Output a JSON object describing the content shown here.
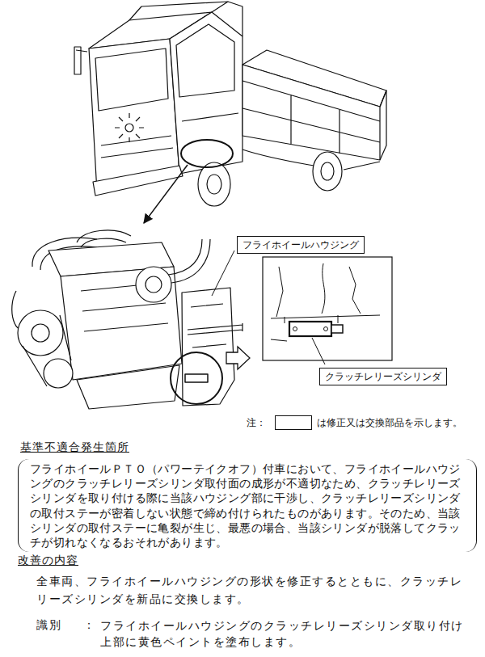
{
  "diagram": {
    "nodes": [
      {
        "text": [
          "フライホイールハウジング"
        ]
      },
      {
        "text": [
          "クラッチレリーズシリンダ"
        ]
      },
      {
        "text": [
          "基準不適合発生箇所",
          "フライホイールＰＴＯ（パワーテイクオフ）付車において、フライホイールハウジングのクラッチレリーズシリンダ取付面の成形が不適切なため、クラッチレリーズシリンダを取り付ける際に当該ハウジング部に干渉し、クラッチレリーズシリンダの取付ステーが密着しない状態で締め付けられたものがあります。そのため、当該シリンダの取付ステーに亀裂が生じ、最悪の場合、当該シリンダが脱落してクラッチが切れなくなるおそれがあります。"
        ]
      }
    ],
    "labels": [
      "注：",
      "改善の内容",
      "全車両、フライホイールハウジングの形状を修正するとともに、クラッチレリーズシリンダを新品に交換します。",
      "識別",
      "：",
      "フライホイールハウジングのクラッチレリーズシリンダ取り付け上部に黄色ペイントを塗布します。"
    ],
    "legend": [
      {
        "text": "は修正又は交換部品を示します。"
      }
    ]
  }
}
